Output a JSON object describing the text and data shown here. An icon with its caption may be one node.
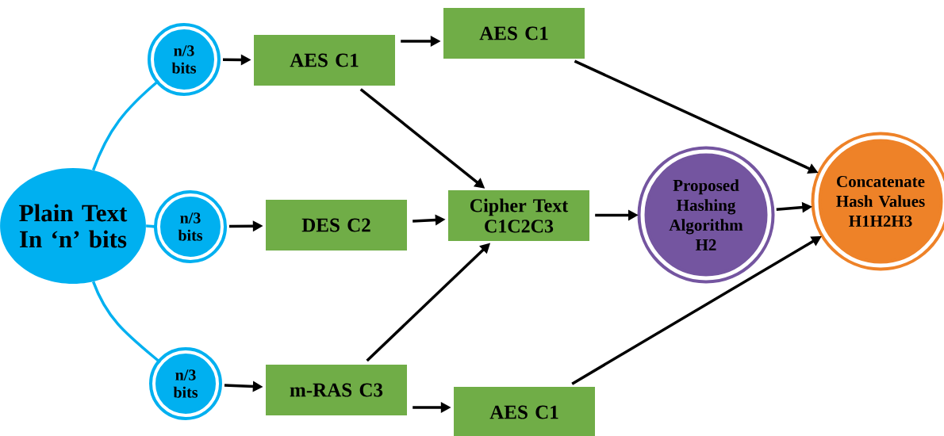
{
  "diagram": {
    "nodes": [
      {
        "text": [
          "Plain Text In ‘n’ bits"
        ]
      },
      {
        "text": [
          "n/3 bits"
        ]
      },
      {
        "text": [
          "AES C1"
        ]
      },
      {
        "text": [
          "AES C1"
        ]
      },
      {
        "text": [
          "n/3 bits"
        ]
      },
      {
        "text": [
          "DES C2"
        ]
      },
      {
        "text": [
          "Cipher Text C1C2C3"
        ]
      },
      {
        "text": [
          "Proposed Hashing Algorithm H2"
        ]
      },
      {
        "text": [
          "Concatenate Hash Values H1H2H3"
        ]
      },
      {
        "text": [
          "n/3 bits"
        ]
      },
      {
        "text": [
          "m-RAS C3"
        ]
      },
      {
        "text": [
          "AES C1"
        ]
      }
    ],
    "edges": [
      {
        "from": 0,
        "to": 1,
        "arrow": "none",
        "color": "#00b0f0"
      },
      {
        "from": 0,
        "to": 4,
        "arrow": "none",
        "color": "#00b0f0"
      },
      {
        "from": 0,
        "to": 9,
        "arrow": "none",
        "color": "#00b0f0"
      },
      {
        "from": 1,
        "to": 2,
        "arrow": "to"
      },
      {
        "from": 2,
        "to": 3,
        "arrow": "to"
      },
      {
        "from": 2,
        "to": 6,
        "arrow": "to"
      },
      {
        "from": 3,
        "to": 8,
        "arrow": "to"
      },
      {
        "from": 4,
        "to": 5,
        "arrow": "to"
      },
      {
        "from": 5,
        "to": 6,
        "arrow": "to"
      },
      {
        "from": 6,
        "to": 7,
        "arrow": "to"
      },
      {
        "from": 7,
        "to": 8,
        "arrow": "to"
      },
      {
        "from": 9,
        "to": 10,
        "arrow": "to"
      },
      {
        "from": 10,
        "to": 6,
        "arrow": "to"
      },
      {
        "from": 10,
        "to": 11,
        "arrow": "to"
      },
      {
        "from": 11,
        "to": 8,
        "arrow": "to"
      }
    ]
  }
}
